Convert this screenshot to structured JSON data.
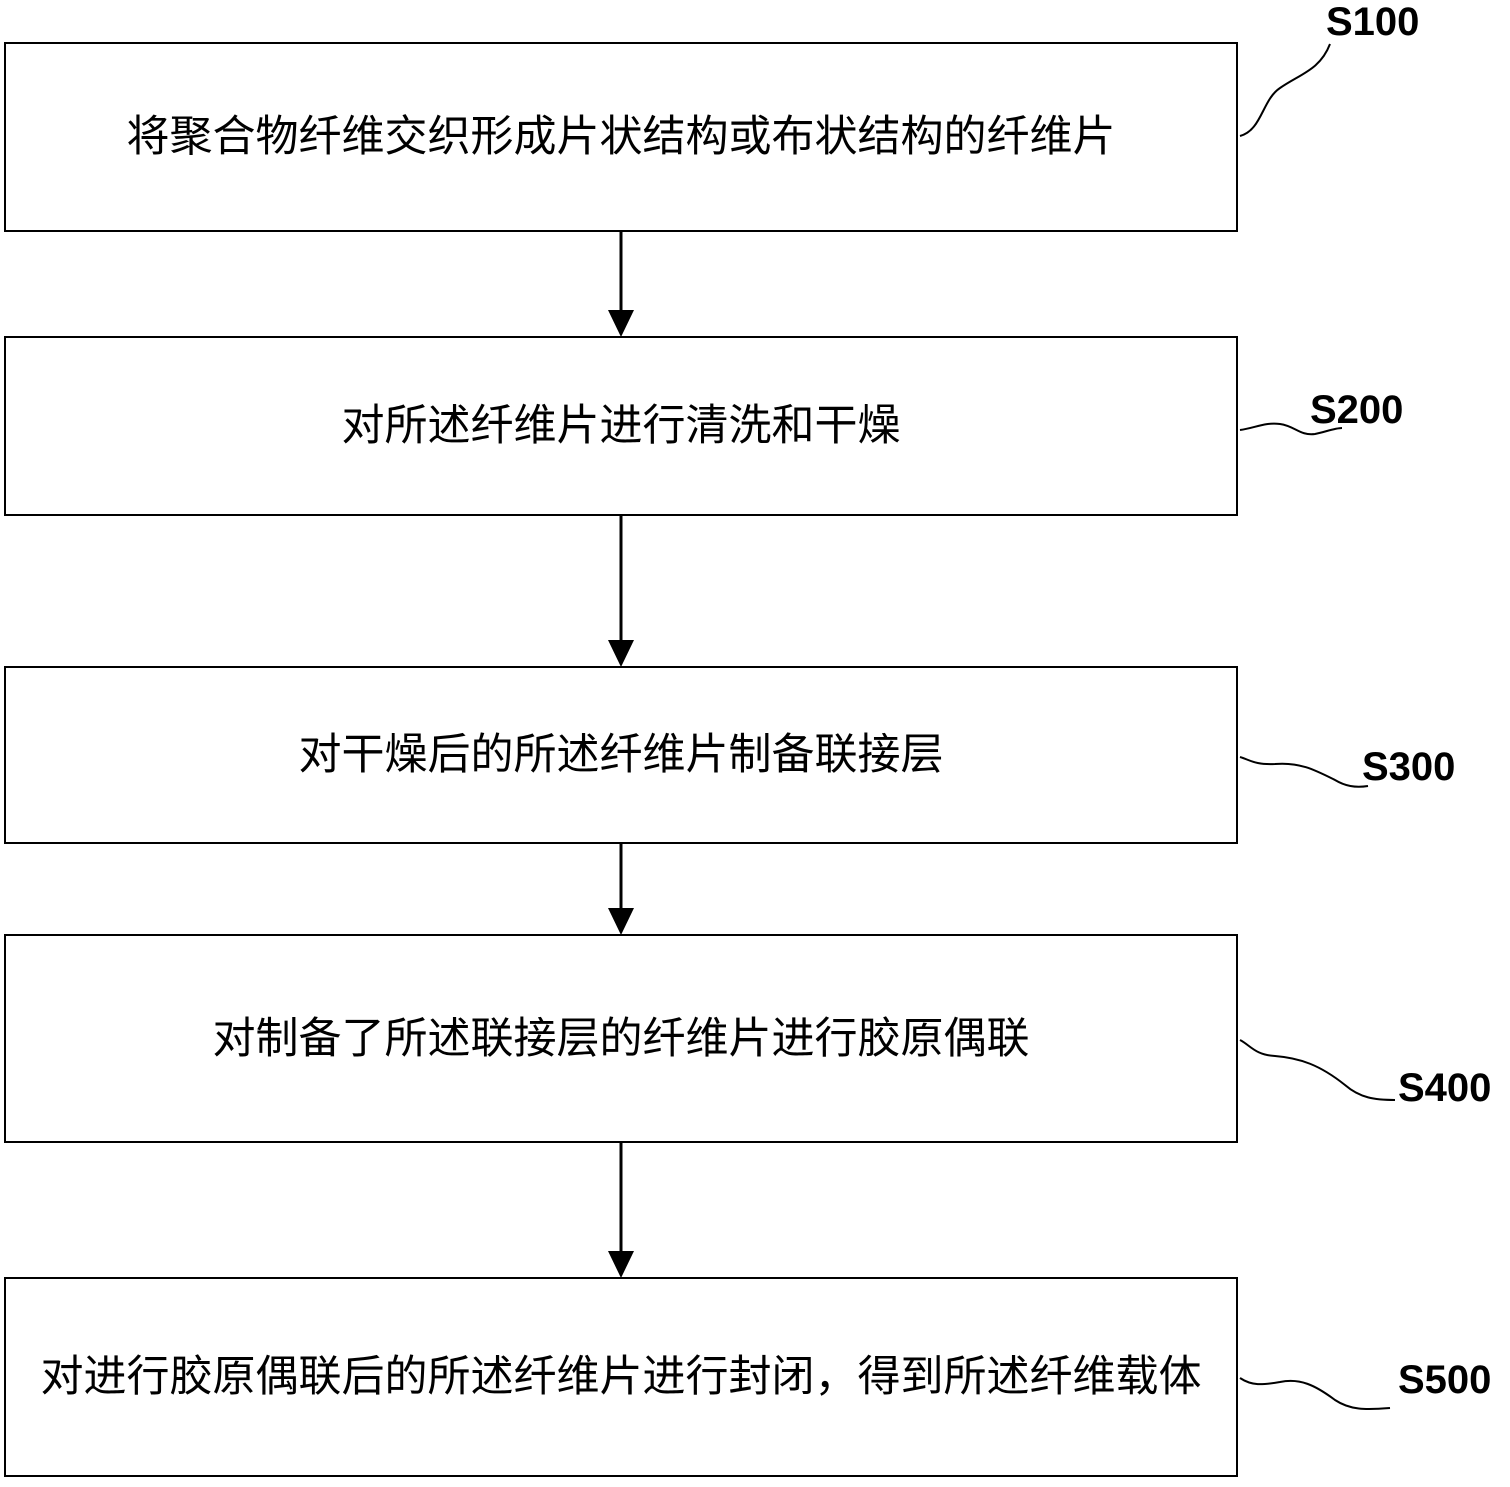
{
  "steps": [
    {
      "id": "S100",
      "text": "将聚合物纤维交织形成片状结构或布状结构的纤维片"
    },
    {
      "id": "S200",
      "text": "对所述纤维片进行清洗和干燥"
    },
    {
      "id": "S300",
      "text": "对干燥后的所述纤维片制备联接层"
    },
    {
      "id": "S400",
      "text": "对制备了所述联接层的纤维片进行胶原偶联"
    },
    {
      "id": "S500",
      "text": "对进行胶原偶联后的所述纤维片进行封闭，得到所述纤维载体"
    }
  ]
}
